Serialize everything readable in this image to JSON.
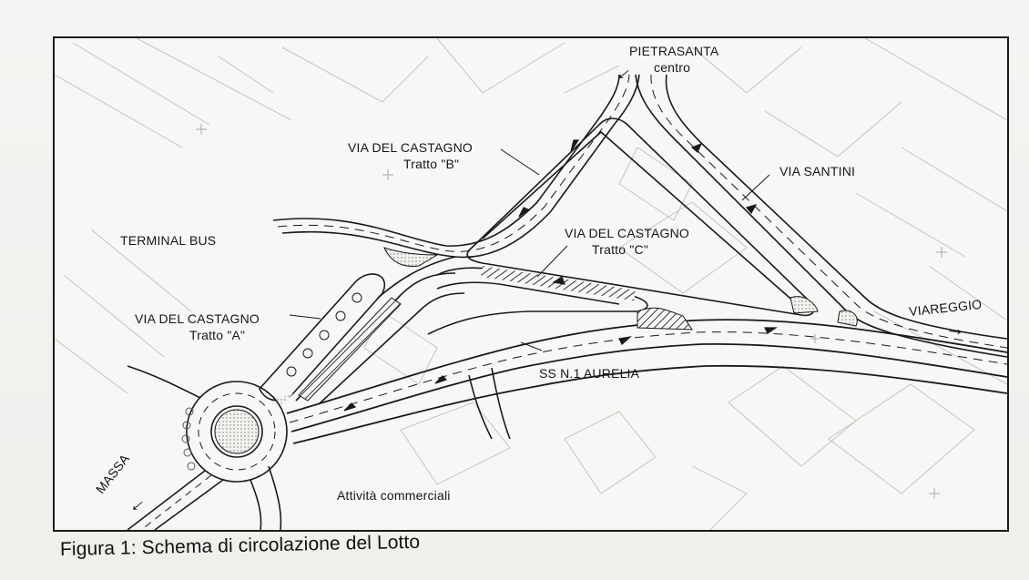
{
  "map": {
    "labels": {
      "pietrasanta": "PIETRASANTA",
      "pietrasanta_sub": "centro",
      "via_castagno_b": "VIA DEL CASTAGNO",
      "tratto_b": "Tratto \"B\"",
      "via_santini": "VIA SANTINI",
      "terminal_bus": "TERMINAL BUS",
      "via_castagno_c": "VIA DEL CASTAGNO",
      "tratto_c": "Tratto \"C\"",
      "viareggio": "VIAREGGIO",
      "via_castagno_a": "VIA DEL CASTAGNO",
      "tratto_a": "Tratto \"A\"",
      "aurelia": "SS N.1 AURELIA",
      "massa": "MASSA",
      "attivita": "Attività commerciali"
    },
    "colors": {
      "line": "#1a1a1a",
      "faint": "#b9b9b6",
      "hatch": "#333333",
      "paper": "#f7f7f5"
    }
  },
  "caption": "Figura 1: Schema di circolazione del Lotto"
}
